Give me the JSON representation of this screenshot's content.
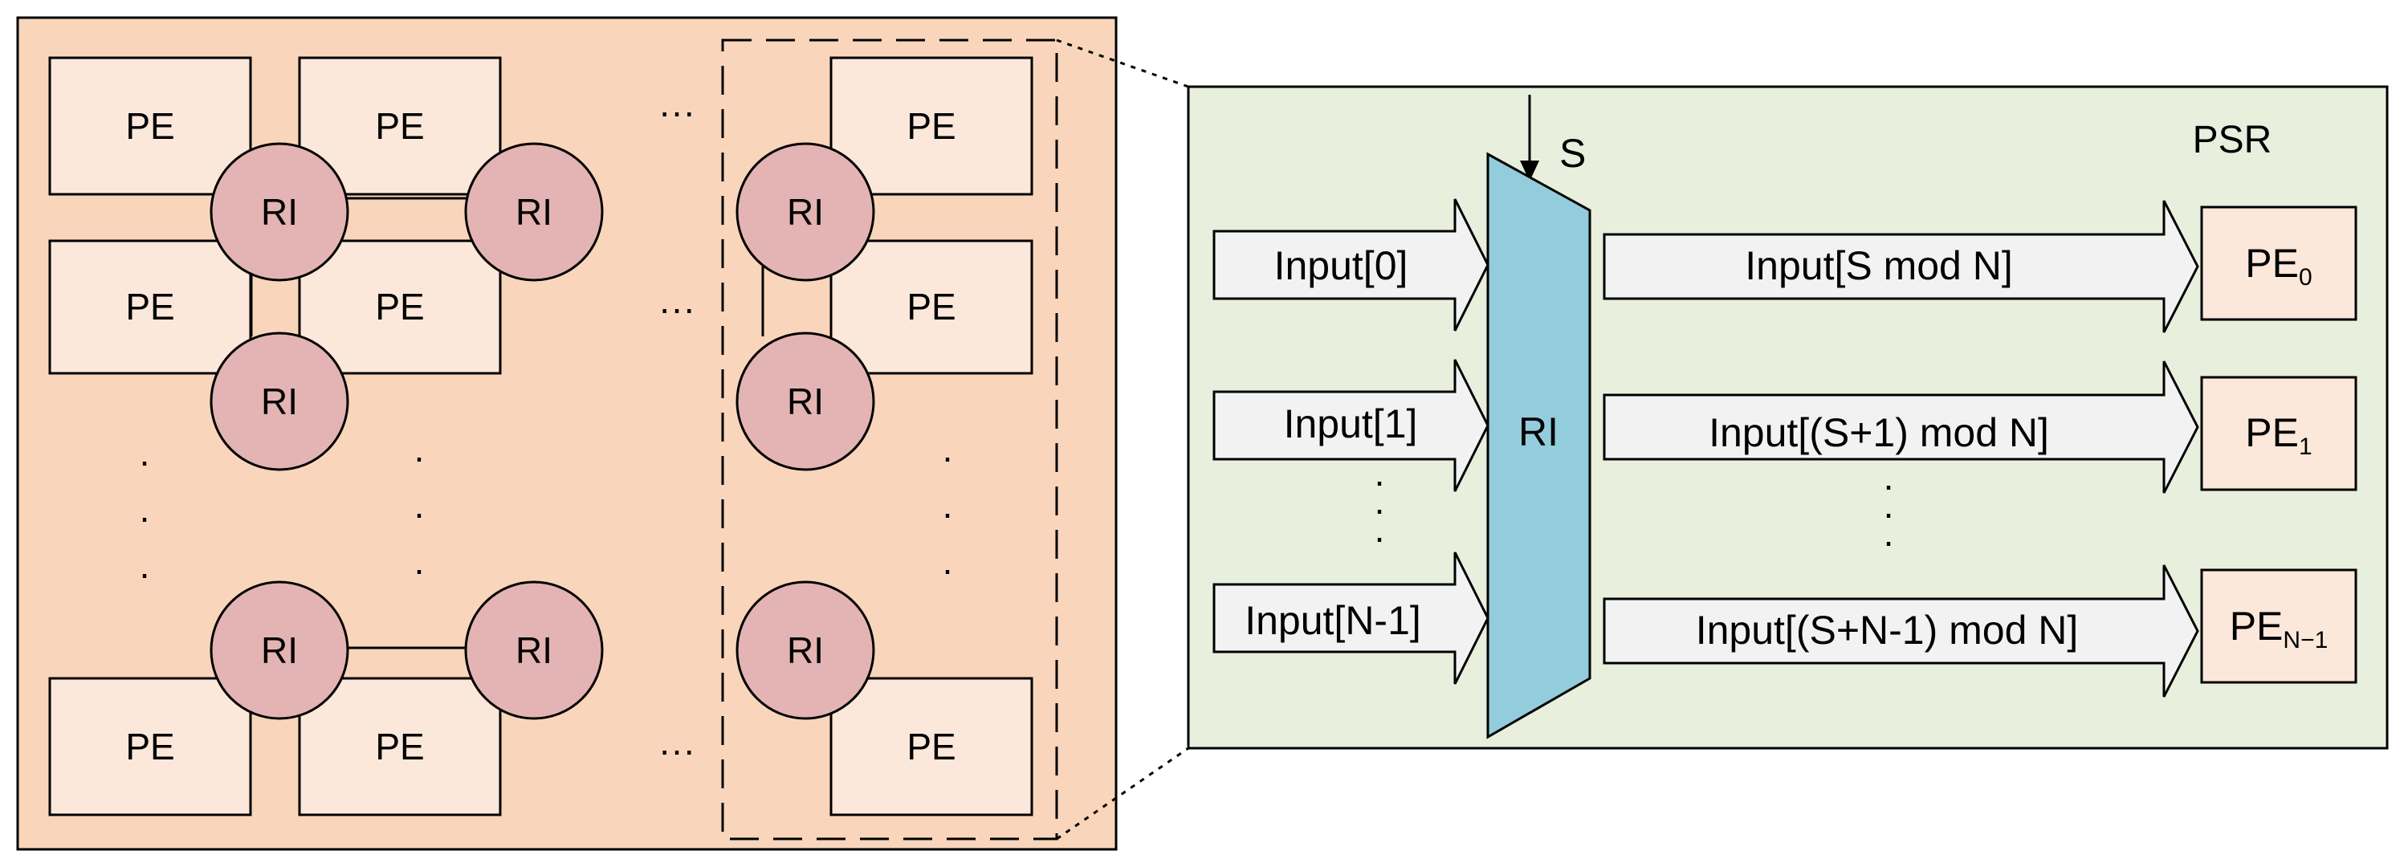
{
  "colors": {
    "left_panel_bg": "#f9d6bb",
    "pe_box_bg": "#fbe8db",
    "ri_circle": "#e3b4b3",
    "right_panel_bg": "#e8efdc",
    "ri_unit": "#93ccdc",
    "arrow_fill": "#f2f2f2",
    "pe_out_bg": "#fbe8db",
    "outline": "#000000"
  },
  "left": {
    "pe_label": "PE",
    "ri_label": "RI",
    "ellipsis_h": "···",
    "ellipsis_v": "·"
  },
  "right": {
    "title": "PSR",
    "select_label": "S",
    "ri_label": "RI",
    "inputs": [
      "Input[0]",
      "Input[1]",
      "Input[N-1]"
    ],
    "outputs": [
      "Input[S mod N]",
      "Input[(S+1) mod N]",
      "Input[(S+N-1) mod N]"
    ],
    "pe_outputs": [
      {
        "base": "PE",
        "sub": "0"
      },
      {
        "base": "PE",
        "sub": "1"
      },
      {
        "base": "PE",
        "sub": "N−1"
      }
    ]
  }
}
